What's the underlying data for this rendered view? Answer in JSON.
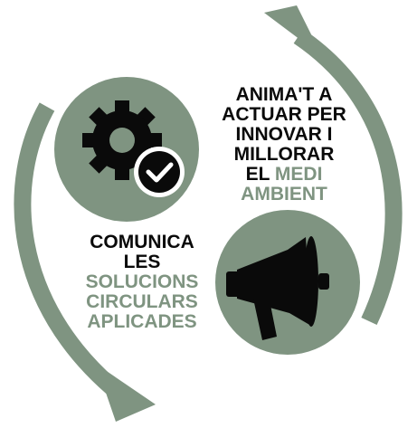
{
  "colors": {
    "accent": "#7f9481",
    "circle": "#7f9481",
    "icon": "#0a0a0a",
    "background": "#ffffff"
  },
  "icons": {
    "gear": "gear-with-checkmark-icon",
    "megaphone": "megaphone-icon",
    "arrows": "circular-arrows"
  },
  "top_text": {
    "line1": "ANIMA'T A",
    "line2": "ACTUAR PER",
    "line3": "INNOVAR I",
    "line4": "MILLORAR",
    "line5_black": "EL",
    "line5_accent": "MEDI",
    "line6_accent": "AMBIENT"
  },
  "bottom_text": {
    "line1": "COMUNICA",
    "line2": "LES",
    "line3_accent": "SOLUCIONS",
    "line4_accent": "CIRCULARS",
    "line5_accent": "APLICADES"
  }
}
